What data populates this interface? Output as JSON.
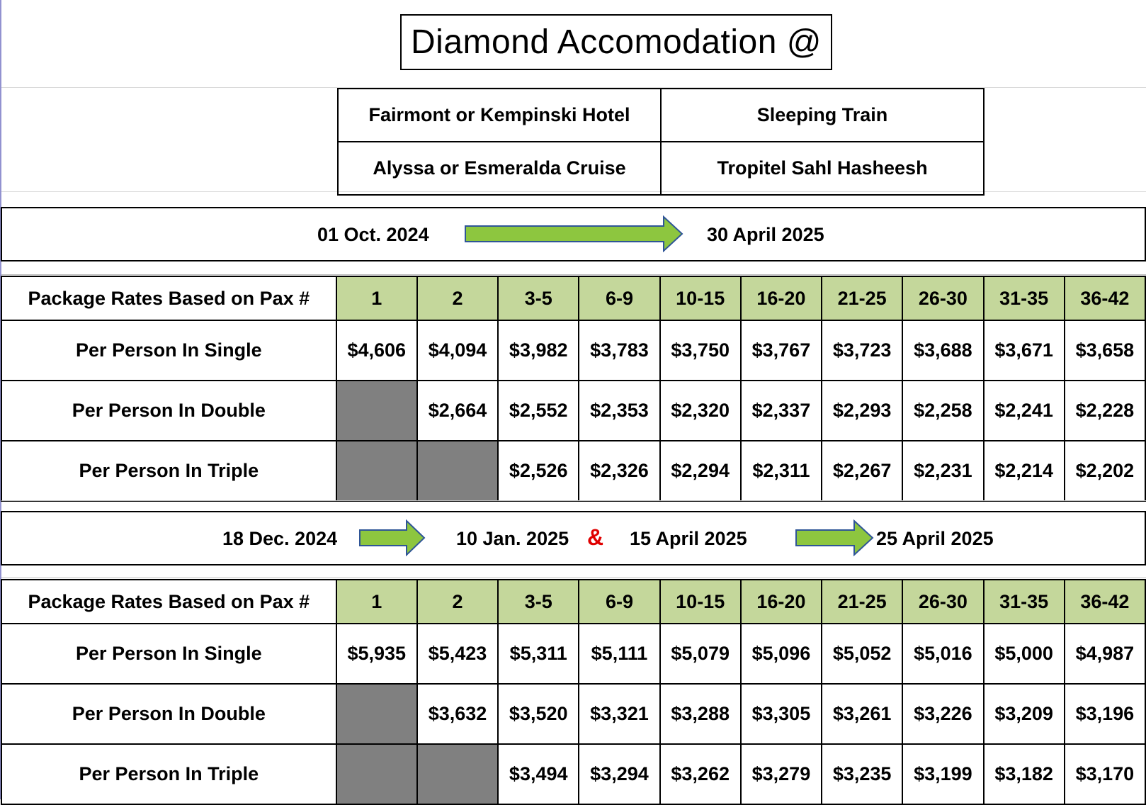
{
  "title": "Diamond Accomodation @",
  "hotels": [
    [
      "Fairmont or Kempinski  Hotel",
      "Sleeping Train"
    ],
    [
      "Alyssa or Esmeralda Cruise",
      "Tropitel Sahl Hasheesh"
    ]
  ],
  "period1": {
    "from": "01 Oct.  2024",
    "to": "30 April 2025"
  },
  "period2": {
    "from1": "18 Dec.  2024",
    "to1": "10 Jan. 2025",
    "amp": "&",
    "from2": "15  April  2025",
    "to2": "25  April  2025"
  },
  "table_header_label": "Package Rates Based on Pax #",
  "pax": [
    "1",
    "2",
    "3-5",
    "6-9",
    "10-15",
    "16-20",
    "21-25",
    "26-30",
    "31-35",
    "36-42"
  ],
  "table1": [
    {
      "label": "Per Person In Single",
      "values": [
        "$4,606",
        "$4,094",
        "$3,982",
        "$3,783",
        "$3,750",
        "$3,767",
        "$3,723",
        "$3,688",
        "$3,671",
        "$3,658"
      ]
    },
    {
      "label": "Per Person In Double",
      "values": [
        null,
        "$2,664",
        "$2,552",
        "$2,353",
        "$2,320",
        "$2,337",
        "$2,293",
        "$2,258",
        "$2,241",
        "$2,228"
      ]
    },
    {
      "label": "Per Person In Triple",
      "values": [
        null,
        null,
        "$2,526",
        "$2,326",
        "$2,294",
        "$2,311",
        "$2,267",
        "$2,231",
        "$2,214",
        "$2,202"
      ]
    }
  ],
  "table2": [
    {
      "label": "Per Person In Single",
      "values": [
        "$5,935",
        "$5,423",
        "$5,311",
        "$5,111",
        "$5,079",
        "$5,096",
        "$5,052",
        "$5,016",
        "$5,000",
        "$4,987"
      ]
    },
    {
      "label": "Per Person In Double",
      "values": [
        null,
        "$3,632",
        "$3,520",
        "$3,321",
        "$3,288",
        "$3,305",
        "$3,261",
        "$3,226",
        "$3,209",
        "$3,196"
      ]
    },
    {
      "label": "Per Person In Triple",
      "values": [
        null,
        null,
        "$3,494",
        "$3,294",
        "$3,262",
        "$3,279",
        "$3,235",
        "$3,199",
        "$3,182",
        "$3,170"
      ]
    }
  ],
  "colors": {
    "header_green": "#c4d79b",
    "na_gray": "#808080",
    "arrow_green": "#8dc63f",
    "arrow_border": "#2f5597",
    "ampersand": "#e00000"
  }
}
